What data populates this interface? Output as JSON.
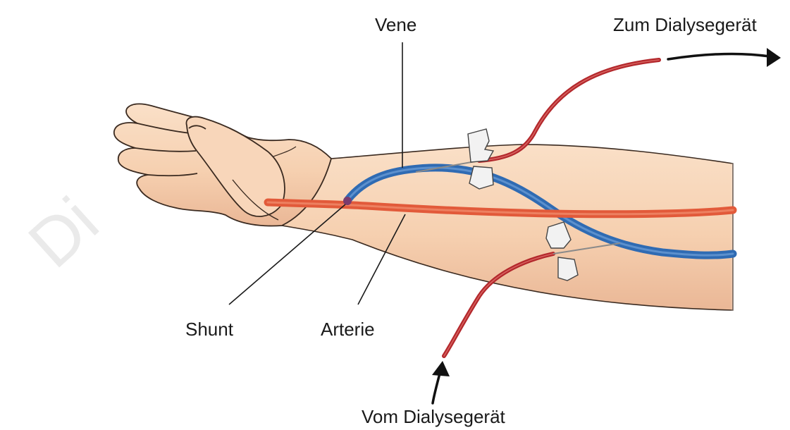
{
  "labels": {
    "vein": "Vene",
    "to_dialysis": "Zum Dialysegerät",
    "from_dialysis": "Vom Dialysegerät",
    "shunt": "Shunt",
    "artery": "Arterie"
  },
  "watermark": "Di",
  "colors": {
    "skin": "#f7d3b5",
    "skin_shadow": "#e7b594",
    "outline": "#2b2b2b",
    "artery": "#e25a3a",
    "vein": "#2f6bb3",
    "tube": "#b3282c",
    "tape": "#f2f2f2"
  }
}
